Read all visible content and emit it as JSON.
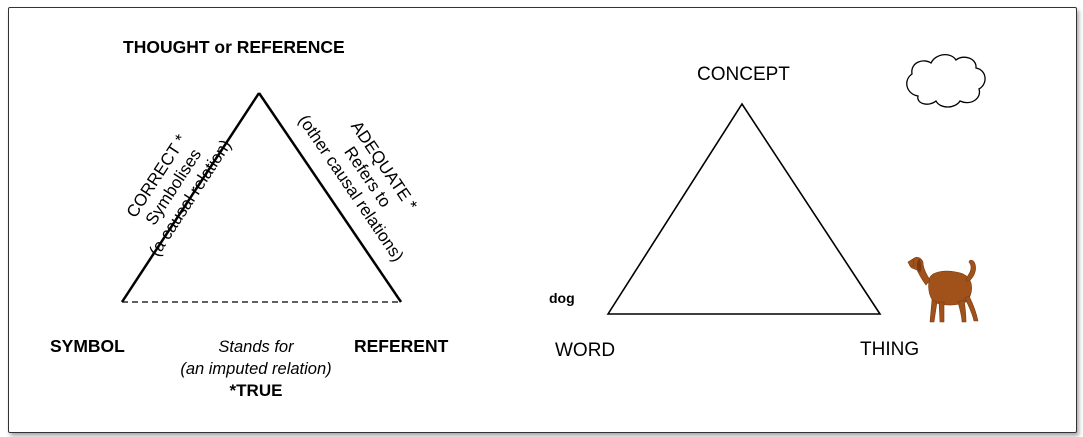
{
  "left_triangle": {
    "top_label": "THOUGHT or REFERENCE",
    "left_label": "SYMBOL",
    "right_label": "REFERENT",
    "left_side": [
      "CORRECT *",
      "Symbolises",
      "(a causal relation)"
    ],
    "right_side": [
      "ADEQUATE *",
      "Refers to",
      "(other causal relations)"
    ],
    "bottom_side": [
      "Stands for",
      "(an imputed relation)",
      "*TRUE"
    ]
  },
  "right_triangle": {
    "top_label": "CONCEPT",
    "left_label": "WORD",
    "right_label": "THING",
    "word_example": "dog"
  },
  "icons": {
    "cloud": "cloud-icon",
    "dog": "dog-icon"
  },
  "colors": {
    "dog": "#a0521a",
    "line": "#000000"
  }
}
